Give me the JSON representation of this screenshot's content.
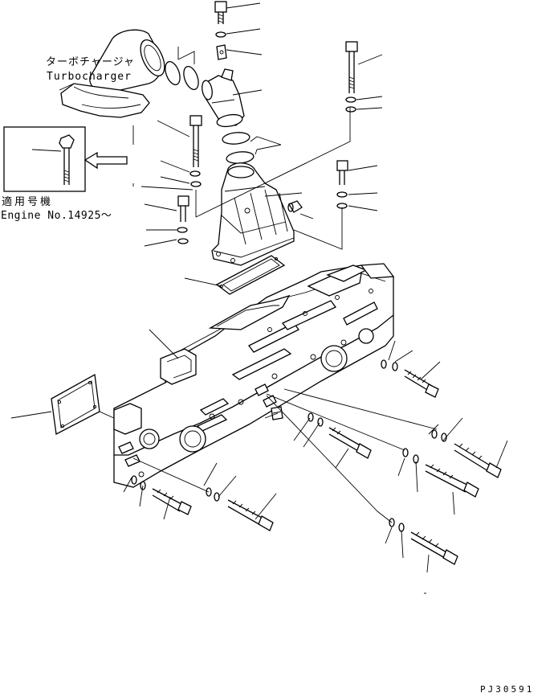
{
  "labels": {
    "turbocharger_jp": "ターボチャージャ",
    "turbocharger_en": "Turbocharger",
    "serial_jp": "適用号機",
    "serial_en": "Engine No.14925～",
    "drawing_code": "PJ30591"
  },
  "colors": {
    "line": "#000000",
    "background": "#ffffff"
  },
  "icons": [
    "bolt-icon",
    "washer-icon",
    "gasket-icon",
    "arrow-left-icon"
  ]
}
